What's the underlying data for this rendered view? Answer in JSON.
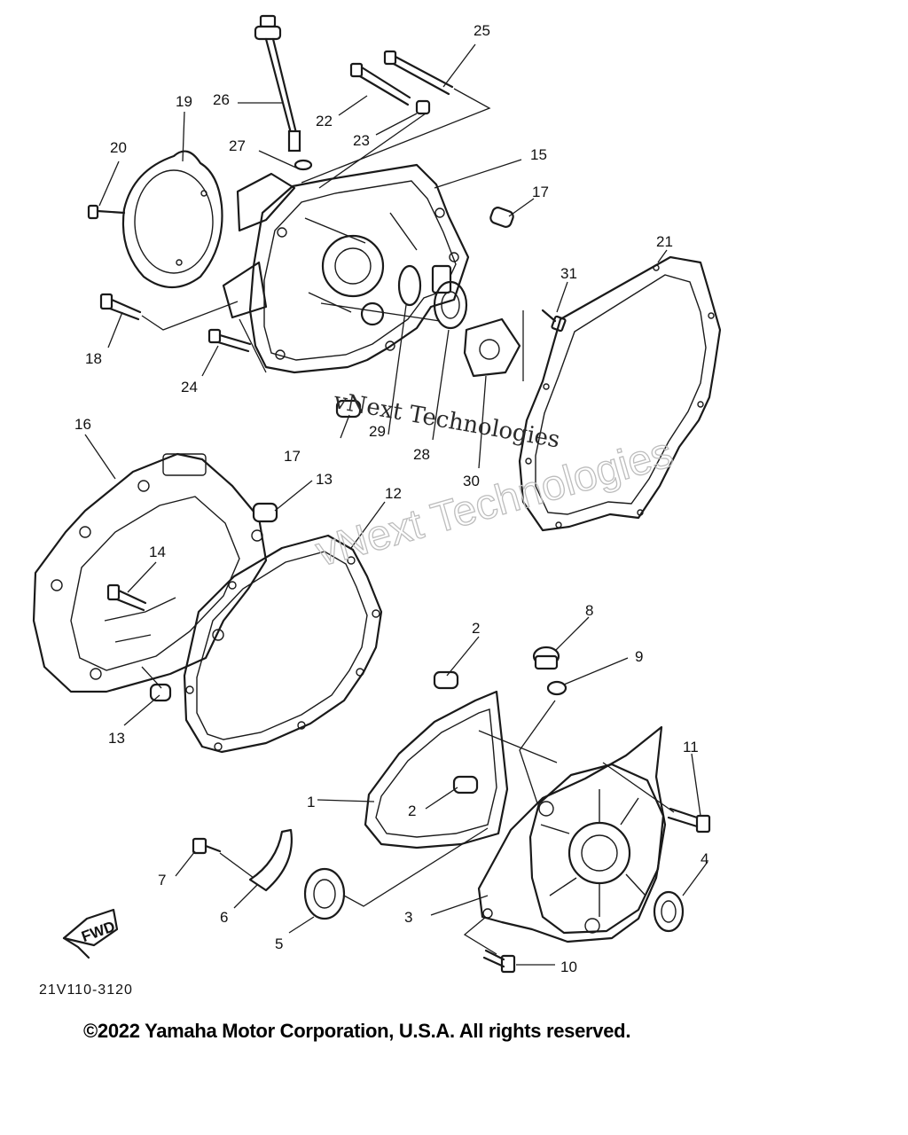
{
  "callouts": [
    "1",
    "2",
    "2",
    "3",
    "4",
    "5",
    "6",
    "7",
    "8",
    "9",
    "10",
    "11",
    "12",
    "13",
    "13",
    "14",
    "15",
    "16",
    "17",
    "17",
    "18",
    "19",
    "20",
    "21",
    "22",
    "23",
    "24",
    "25",
    "26",
    "27",
    "28",
    "29",
    "30",
    "31"
  ],
  "fwd_label": "FWD",
  "diagram_code": "21V110-3120",
  "watermark": {
    "logo_text": "vNext Technologies",
    "overlay_text": "vNext Technologies"
  },
  "copyright": "©2022 Yamaha Motor Corporation, U.S.A. All rights reserved."
}
